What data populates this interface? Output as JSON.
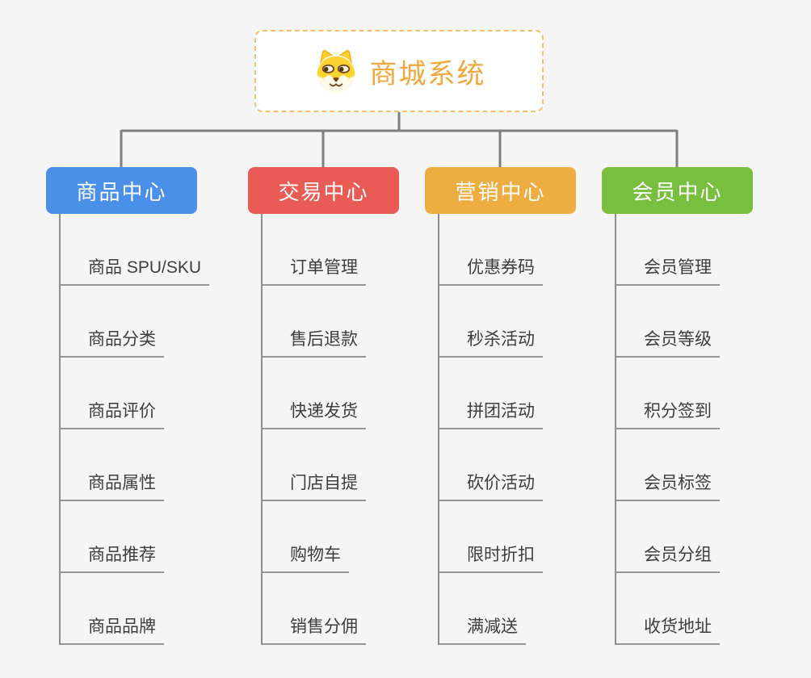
{
  "page": {
    "background": "#F5F5F6",
    "connector_color": "#7F7F7F"
  },
  "root": {
    "title": "商城系统",
    "icon": "dog-face-icon",
    "text_color": "#F0A73C",
    "border_color": "#F5C06E"
  },
  "branches": [
    {
      "label": "商品中心",
      "color": "#4B90E8",
      "items": [
        "商品 SPU/SKU",
        "商品分类",
        "商品评价",
        "商品属性",
        "商品推荐",
        "商品品牌"
      ]
    },
    {
      "label": "交易中心",
      "color": "#E85C55",
      "items": [
        "订单管理",
        "售后退款",
        "快递发货",
        "门店自提",
        "购物车",
        "销售分佣"
      ]
    },
    {
      "label": "营销中心",
      "color": "#EDAD40",
      "items": [
        "优惠券码",
        "秒杀活动",
        "拼团活动",
        "砍价活动",
        "限时折扣",
        "满减送"
      ]
    },
    {
      "label": "会员中心",
      "color": "#78BF3F",
      "items": [
        "会员管理",
        "会员等级",
        "积分签到",
        "会员标签",
        "会员分组",
        "收货地址"
      ]
    }
  ]
}
